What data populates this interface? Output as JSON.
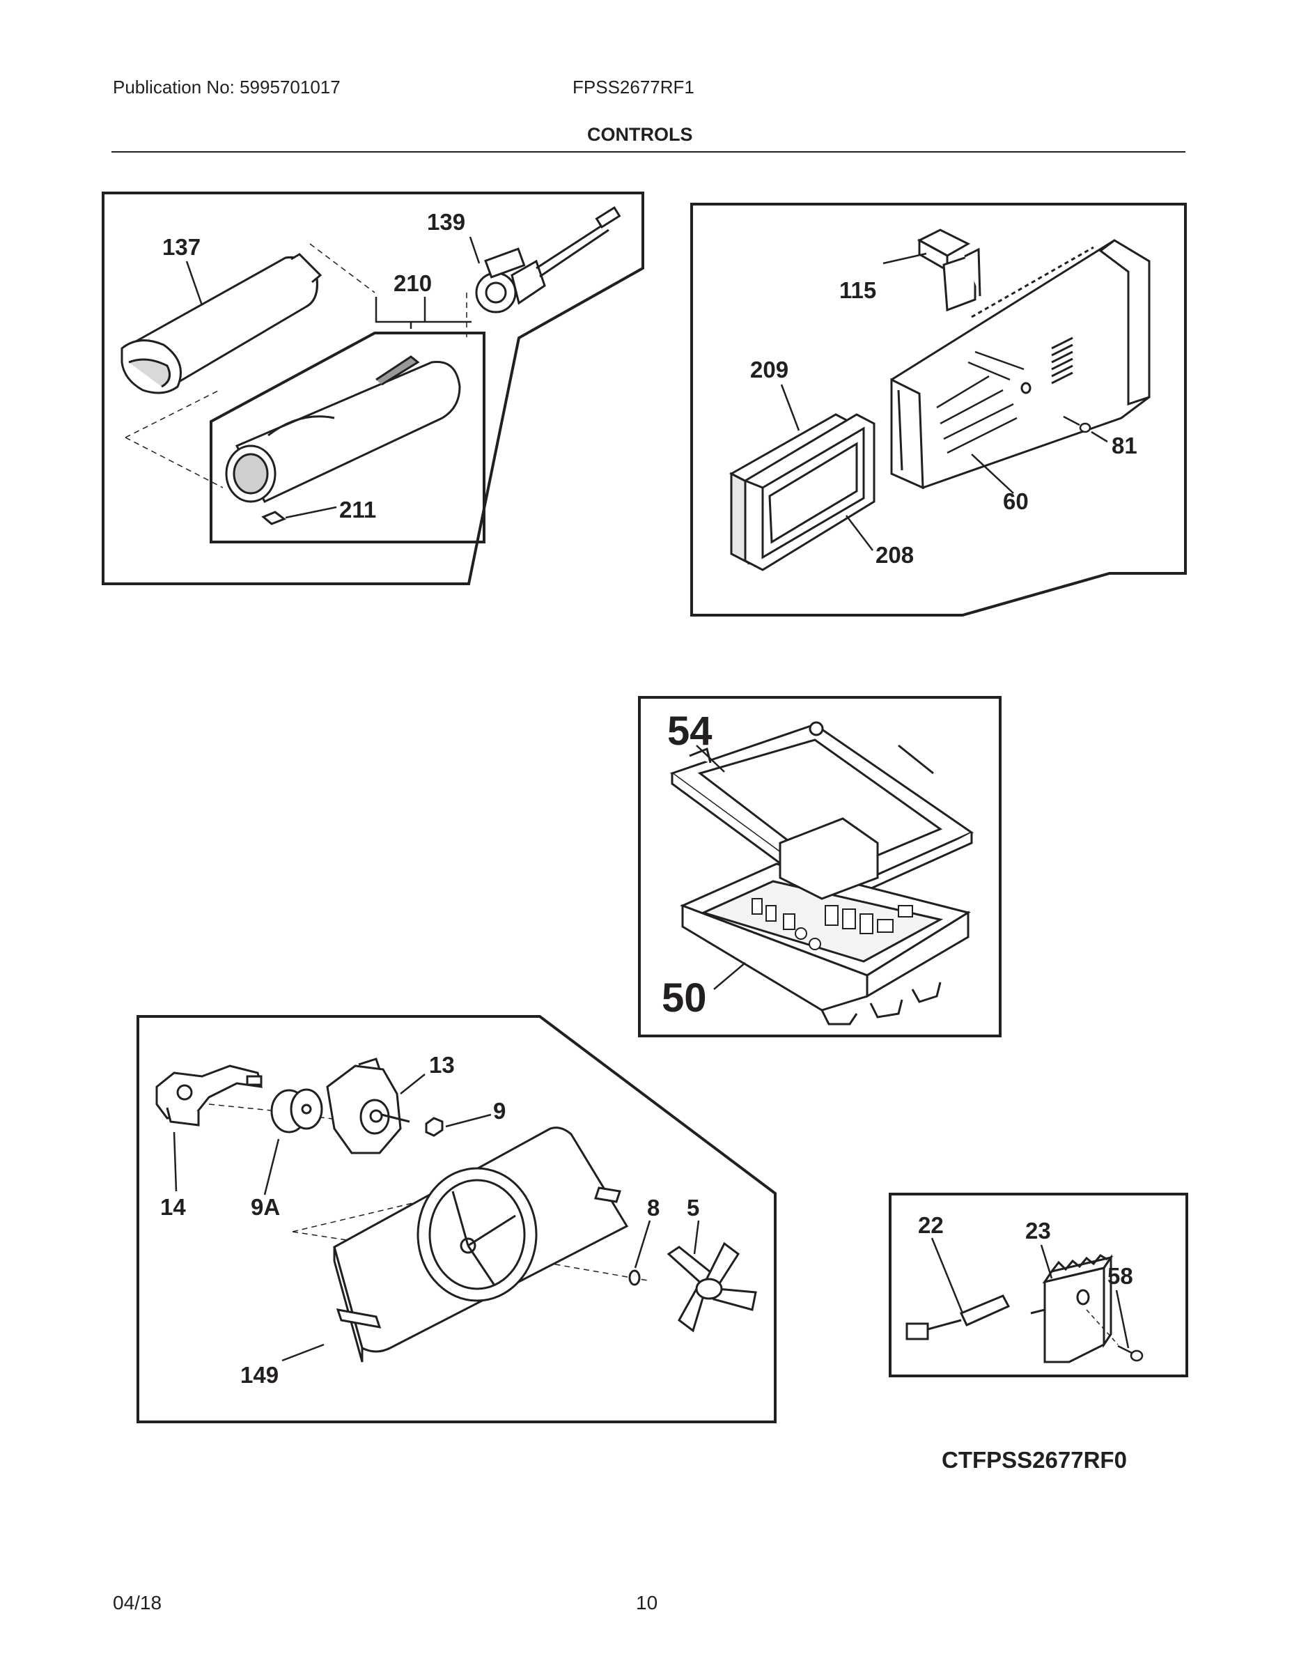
{
  "header": {
    "publication": "Publication No: 5995701017",
    "model": "FPSS2677RF1",
    "section_title": "CONTROLS"
  },
  "callouts": {
    "p137": "137",
    "p139": "139",
    "p210": "210",
    "p211": "211",
    "p115": "115",
    "p209": "209",
    "p81": "81",
    "p60": "60",
    "p208": "208",
    "p54": "54",
    "p50": "50",
    "p13": "13",
    "p9": "9",
    "p14": "14",
    "p9A": "9A",
    "p8": "8",
    "p5": "5",
    "p149": "149",
    "p22": "22",
    "p23": "23",
    "p58": "58"
  },
  "figure_code": "CTFPSS2677RF0",
  "footer": {
    "date": "04/18",
    "page": "10"
  }
}
